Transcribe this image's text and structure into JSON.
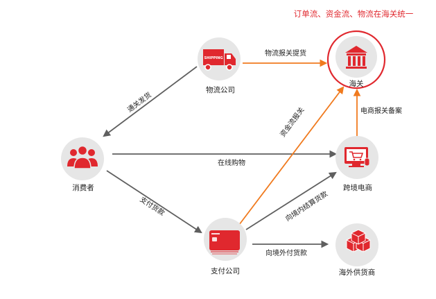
{
  "headline": "订单流、资金流、物流在海关统一",
  "colors": {
    "red": "#e0282e",
    "circle": "#e6e6e6",
    "gray_arrow": "#5f5f5f",
    "orange_arrow": "#f07a1e"
  },
  "nodes": {
    "logistics": {
      "label": "物流公司",
      "icon": "delivery-truck-icon",
      "truck_text": "SHIPPING"
    },
    "customs": {
      "label": "海关",
      "icon": "customs-building-icon"
    },
    "consumer": {
      "label": "消费者",
      "icon": "consumers-group-icon"
    },
    "ecommerce": {
      "label": "跨境电商",
      "icon": "shopping-cart-computer-icon"
    },
    "payment": {
      "label": "支付公司",
      "icon": "bank-card-icon"
    },
    "supplier": {
      "label": "海外供货商",
      "icon": "stacked-boxes-icon"
    }
  },
  "edges": {
    "logistics_to_customs": "物流报关提货",
    "logistics_to_consumer": "通关发货",
    "consumer_to_ecommerce": "在线购物",
    "consumer_to_payment": "支付货款",
    "payment_to_customs": "资金流报关",
    "payment_to_ecommerce": "向境内结算货款",
    "payment_to_supplier": "向境外付货款",
    "ecommerce_to_customs": "电商报关备案"
  }
}
